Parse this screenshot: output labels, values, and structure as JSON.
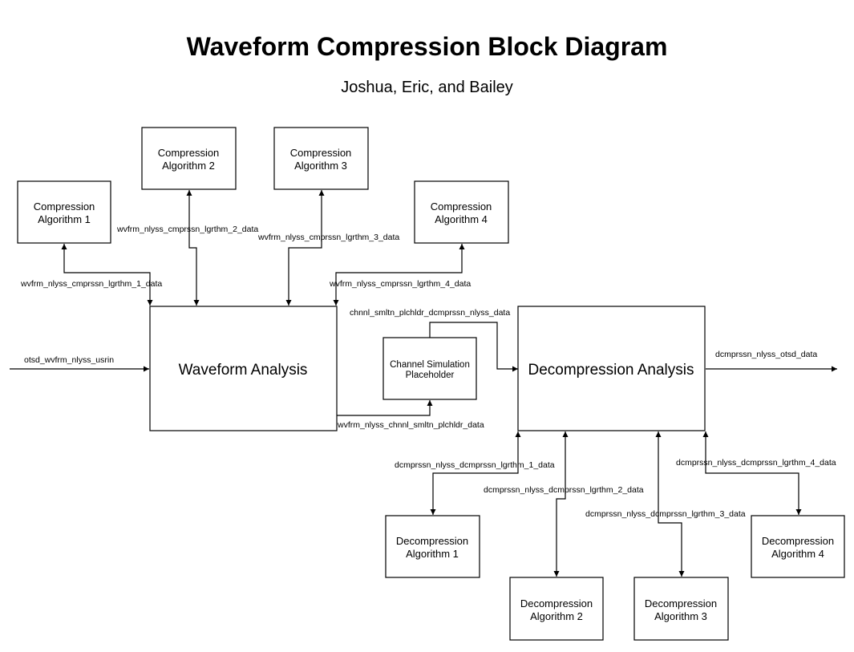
{
  "title": "Waveform Compression Block Diagram",
  "subtitle": "Joshua, Eric, and Bailey",
  "blocks": {
    "comp1": [
      "Compression",
      "Algorithm 1"
    ],
    "comp2": [
      "Compression",
      "Algorithm 2"
    ],
    "comp3": [
      "Compression",
      "Algorithm 3"
    ],
    "comp4": [
      "Compression",
      "Algorithm 4"
    ],
    "waveform_analysis": "Waveform Analysis",
    "channel_sim": [
      "Channel Simulation",
      "Placeholder"
    ],
    "decompression_analysis": "Decompression Analysis",
    "decomp1": [
      "Decompression",
      "Algorithm 1"
    ],
    "decomp2": [
      "Decompression",
      "Algorithm 2"
    ],
    "decomp3": [
      "Decompression",
      "Algorithm 3"
    ],
    "decomp4": [
      "Decompression",
      "Algorithm 4"
    ]
  },
  "signals": {
    "comp1_data": "wvfrm_nlyss_cmprssn_lgrthm_1_data",
    "comp2_data": "wvfrm_nlyss_cmprssn_lgrthm_2_data",
    "comp3_data": "wvfrm_nlyss_cmprssn_lgrthm_3_data",
    "comp4_data": "wvfrm_nlyss_cmprssn_lgrthm_4_data",
    "input": "otsd_wvfrm_nlyss_usrin",
    "chnl_to_dcmp": "chnnl_smltn_plchldr_dcmprssn_nlyss_data",
    "wvfrm_to_chnl": "wvfrm_nlyss_chnnl_smltn_plchldr_data",
    "output": "dcmprssn_nlyss_otsd_data",
    "decomp1_data": "dcmprssn_nlyss_dcmprssn_lgrthm_1_data",
    "decomp2_data": "dcmprssn_nlyss_dcmprssn_lgrthm_2_data",
    "decomp3_data": "dcmprssn_nlyss_dcmprssn_lgrthm_3_data",
    "decomp4_data": "dcmprssn_nlyss_dcmprssn_lgrthm_4_data"
  }
}
